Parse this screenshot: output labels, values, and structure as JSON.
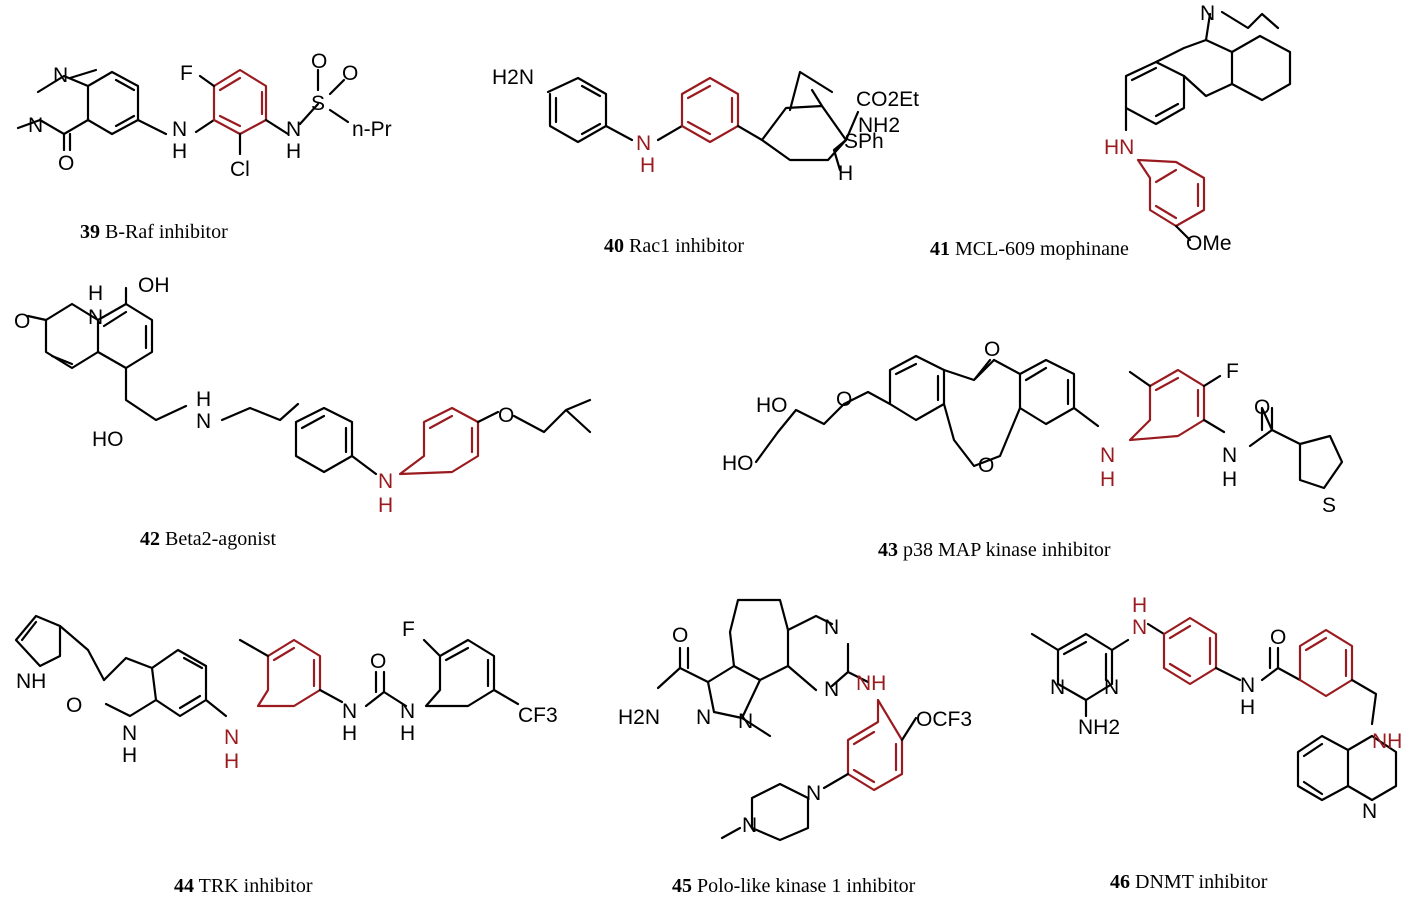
{
  "compounds": [
    {
      "id": "39",
      "caption": "B-Raf inhibitor",
      "atoms": {
        "n1": "N",
        "n2": "N",
        "o": "O",
        "f": "F",
        "nh": "N",
        "h": "H",
        "cl": "Cl",
        "n3": "N",
        "h3": "H",
        "s": "S",
        "o1": "O",
        "o2": "O",
        "npr": "n-Pr"
      }
    },
    {
      "id": "40",
      "caption": "Rac1 inhibitor",
      "atoms": {
        "h2n": "H2N",
        "n": "N",
        "h": "H",
        "co2et": "CO2Et",
        "nh2": "NH2",
        "sph": "SPh",
        "hh": "H"
      }
    },
    {
      "id": "41",
      "caption": "MCL-609 mophinane",
      "atoms": {
        "n": "N",
        "hn": "HN",
        "ome": "OMe"
      }
    },
    {
      "id": "42",
      "caption": "Beta2-agonist",
      "atoms": {
        "oh": "OH",
        "h": "H",
        "n": "N",
        "o": "O",
        "ho": "HO",
        "n2": "N",
        "h2": "H",
        "n3": "N",
        "h3": "H",
        "o2": "O"
      }
    },
    {
      "id": "43",
      "caption": "p38 MAP kinase inhibitor",
      "atoms": {
        "o": "O",
        "f": "F",
        "ho": "HO",
        "o2": "O",
        "ho2": "HO",
        "o3": "O",
        "n": "N",
        "h": "H",
        "n2": "N",
        "h2": "H",
        "o4": "O",
        "s": "S"
      }
    },
    {
      "id": "44",
      "caption": "TRK inhibitor",
      "atoms": {
        "nh": "NH",
        "o": "O",
        "n": "N",
        "h": "H",
        "n2": "N",
        "h2": "H",
        "n3": "N",
        "h3": "H",
        "o2": "O",
        "n4": "N",
        "h4": "H",
        "f": "F",
        "cf3": "CF3"
      }
    },
    {
      "id": "45",
      "caption": "Polo-like kinase 1 inhibitor",
      "atoms": {
        "o": "O",
        "n": "N",
        "n2": "N",
        "h2n": "H2N",
        "nn": "N",
        "n3": "N",
        "nh": "NH",
        "ocf3": "OCF3",
        "n4": "N",
        "n5": "N"
      }
    },
    {
      "id": "46",
      "caption": "DNMT inhibitor",
      "atoms": {
        "h": "H",
        "n": "N",
        "n1": "N",
        "n2": "N",
        "nh2": "NH2",
        "o": "O",
        "n3": "N",
        "h3": "H",
        "nh": "NH",
        "n4": "N"
      }
    }
  ],
  "colors": {
    "bond": "#000000",
    "highlight": "#9a1b1f"
  }
}
